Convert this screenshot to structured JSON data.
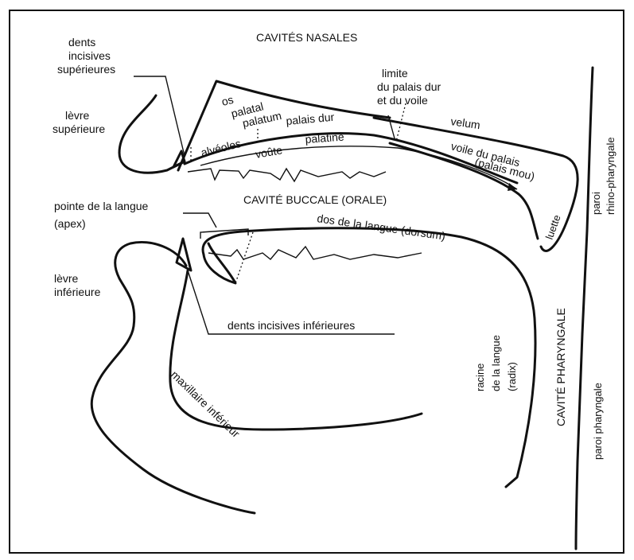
{
  "labels": {
    "nasal_cavities": "CAVITÉS NASALES",
    "upper_incisors_1": "dents",
    "upper_incisors_2": "incisives",
    "upper_incisors_3": "supérieures",
    "upper_lip_1": "lèvre",
    "upper_lip_2": "supérieure",
    "os": "os",
    "palatal": "palatal",
    "palatum": "palatum",
    "alveoles": "alvéoles",
    "hard_palate": "palais dur",
    "voute": "voûte",
    "palatine": "palatine",
    "limit_1": "limite",
    "limit_2": "du palais dur",
    "limit_3": "et du voile",
    "velum": "velum",
    "soft_palate_1": "voile du palais",
    "soft_palate_2": "(palais mou)",
    "oral_cavity": "CAVITÉ BUCCALE (ORALE)",
    "tongue_tip_1": "pointe de la langue",
    "tongue_tip_2": "(apex)",
    "tongue_back": "dos de la langue (dorsum)",
    "uvula": "luette",
    "lower_lip_1": "lèvre",
    "lower_lip_2": "inférieure",
    "lower_incisors": "dents incisives inférieures",
    "mandible": "maxillaire inférieur",
    "tongue_root_1": "racine",
    "tongue_root_2": "de la langue",
    "tongue_root_3": "(radix)",
    "pharyngeal_cavity": "CAVITÉ PHARYNGALE",
    "pharyngeal_wall": "paroi pharyngale",
    "rhino_wall_1": "paroi",
    "rhino_wall_2": "rhino-pharyngale"
  }
}
